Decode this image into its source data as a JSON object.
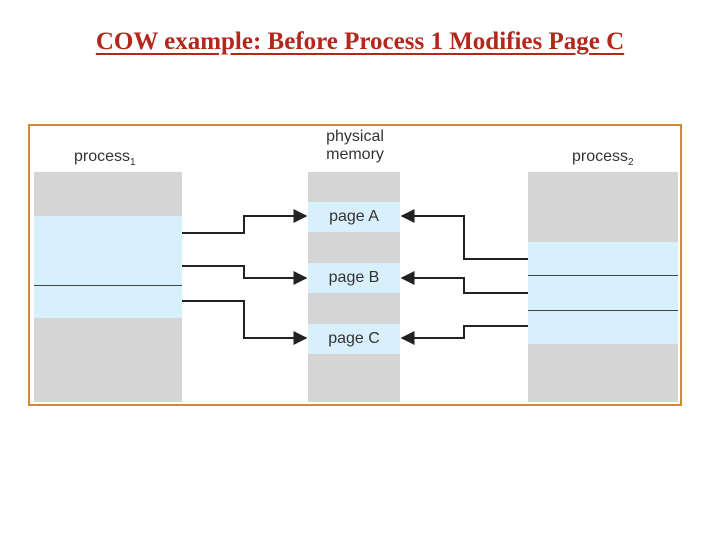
{
  "title": "COW example: Before Process 1 Modifies Page C",
  "process1": {
    "name": "process",
    "sub": "1"
  },
  "process2": {
    "name": "process",
    "sub": "2"
  },
  "memory": {
    "line1": "physical",
    "line2": "memory"
  },
  "pages": [
    {
      "label": "page A"
    },
    {
      "label": "page B"
    },
    {
      "label": "page C"
    }
  ],
  "colors": {
    "title": "#b3281c",
    "frame": "#d08a33",
    "grey": "#d5d5d5",
    "blue": "#d7f0fc"
  }
}
